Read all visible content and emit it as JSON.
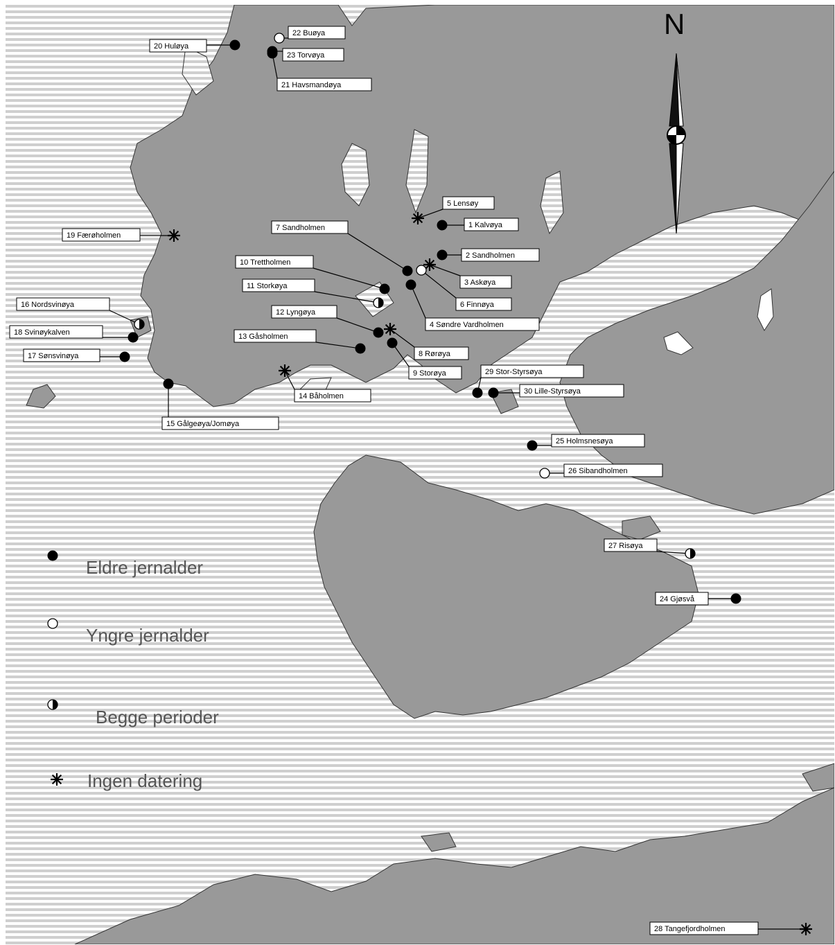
{
  "north_label": "N",
  "legend": [
    {
      "key": "eldre",
      "symbol": "filled-circle-icon",
      "label": "Eldre jernalder"
    },
    {
      "key": "yngre",
      "symbol": "open-circle-icon",
      "label": "Yngre jernalder"
    },
    {
      "key": "begge",
      "symbol": "half-circle-icon",
      "label": "Begge perioder"
    },
    {
      "key": "ingen",
      "symbol": "asterisk-icon",
      "label": "Ingen datering"
    }
  ],
  "sites": [
    {
      "id": 1,
      "label": "1 Kalvøya",
      "type": "eldre"
    },
    {
      "id": 2,
      "label": "2 Sandholmen",
      "type": "eldre"
    },
    {
      "id": 3,
      "label": "3 Askøya",
      "type": "ingen"
    },
    {
      "id": 4,
      "label": "4 Søndre Vardholmen",
      "type": "eldre"
    },
    {
      "id": 5,
      "label": "5 Lensøy",
      "type": "ingen"
    },
    {
      "id": 6,
      "label": "6 Finnøya",
      "type": "yngre"
    },
    {
      "id": 7,
      "label": "7 Sandholmen",
      "type": "eldre"
    },
    {
      "id": 8,
      "label": "8 Rørøya",
      "type": "ingen"
    },
    {
      "id": 9,
      "label": "9 Storøya",
      "type": "eldre"
    },
    {
      "id": 10,
      "label": "10 Trettholmen",
      "type": "eldre"
    },
    {
      "id": 11,
      "label": "11 Storkøya",
      "type": "begge"
    },
    {
      "id": 12,
      "label": "12 Lyngøya",
      "type": "eldre"
    },
    {
      "id": 13,
      "label": "13 Gåsholmen",
      "type": "eldre"
    },
    {
      "id": 14,
      "label": "14 Båholmen",
      "type": "ingen"
    },
    {
      "id": 15,
      "label": "15 Gålgeøya/Jomøya",
      "type": "eldre"
    },
    {
      "id": 16,
      "label": "16 Nordsvinøya",
      "type": "begge"
    },
    {
      "id": 17,
      "label": "17 Sønsvinøya",
      "type": "eldre"
    },
    {
      "id": 18,
      "label": "18 Svinøykalven",
      "type": "eldre"
    },
    {
      "id": 19,
      "label": "19 Færøholmen",
      "type": "ingen"
    },
    {
      "id": 20,
      "label": "20 Huløya",
      "type": "eldre"
    },
    {
      "id": 21,
      "label": "21 Havsmandøya",
      "type": "eldre"
    },
    {
      "id": 22,
      "label": "22 Buøya",
      "type": "yngre"
    },
    {
      "id": 23,
      "label": "23 Torvøya",
      "type": "eldre"
    },
    {
      "id": 24,
      "label": "24 Gjøsvå",
      "type": "eldre"
    },
    {
      "id": 25,
      "label": "25 Holmsnesøya",
      "type": "eldre"
    },
    {
      "id": 26,
      "label": "26 Sibandholmen",
      "type": "yngre"
    },
    {
      "id": 27,
      "label": "27 Risøya",
      "type": "begge"
    },
    {
      "id": 28,
      "label": "28 Tangefjordholmen",
      "type": "ingen"
    },
    {
      "id": 29,
      "label": "29 Stor-Styrsøya",
      "type": "eldre"
    },
    {
      "id": 30,
      "label": "30 Lille-Styrsøya",
      "type": "eldre"
    }
  ]
}
